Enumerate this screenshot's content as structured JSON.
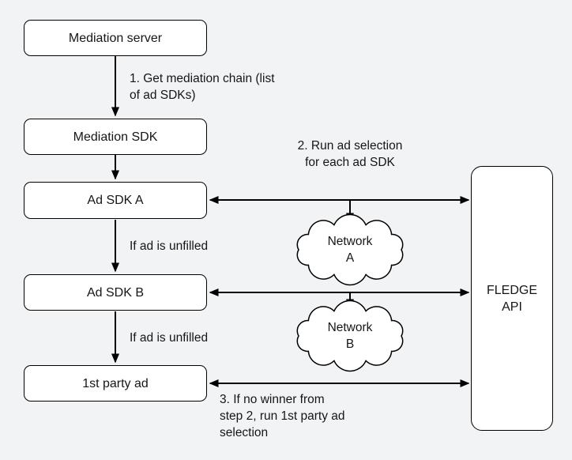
{
  "diagram": {
    "title_hint": "Mediation flow with FLEDGE API",
    "colors": {
      "background": "#f1f3f4",
      "node_fill": "#ffffff",
      "stroke": "#000000",
      "text": "#161616"
    },
    "nodes": {
      "mediation_server": "Mediation server",
      "mediation_sdk": "Mediation SDK",
      "ad_sdk_a": "Ad SDK A",
      "ad_sdk_b": "Ad SDK B",
      "first_party_ad": "1st party ad",
      "fledge_api": {
        "lines": [
          "FLEDGE",
          "API"
        ]
      },
      "network_a": {
        "lines": [
          "Network",
          "A"
        ]
      },
      "network_b": {
        "lines": [
          "Network",
          "B"
        ]
      }
    },
    "annotations": {
      "step1": {
        "lines": [
          "1. Get mediation chain (list",
          "of ad SDKs)"
        ]
      },
      "step2": {
        "lines": [
          "2. Run ad selection",
          "for each ad SDK"
        ]
      },
      "step3": {
        "lines": [
          "3. If no winner from",
          "step 2, run 1st party ad",
          "selection"
        ]
      },
      "unfilled_a": "If ad is unfilled",
      "unfilled_b": "If ad is unfilled"
    }
  }
}
